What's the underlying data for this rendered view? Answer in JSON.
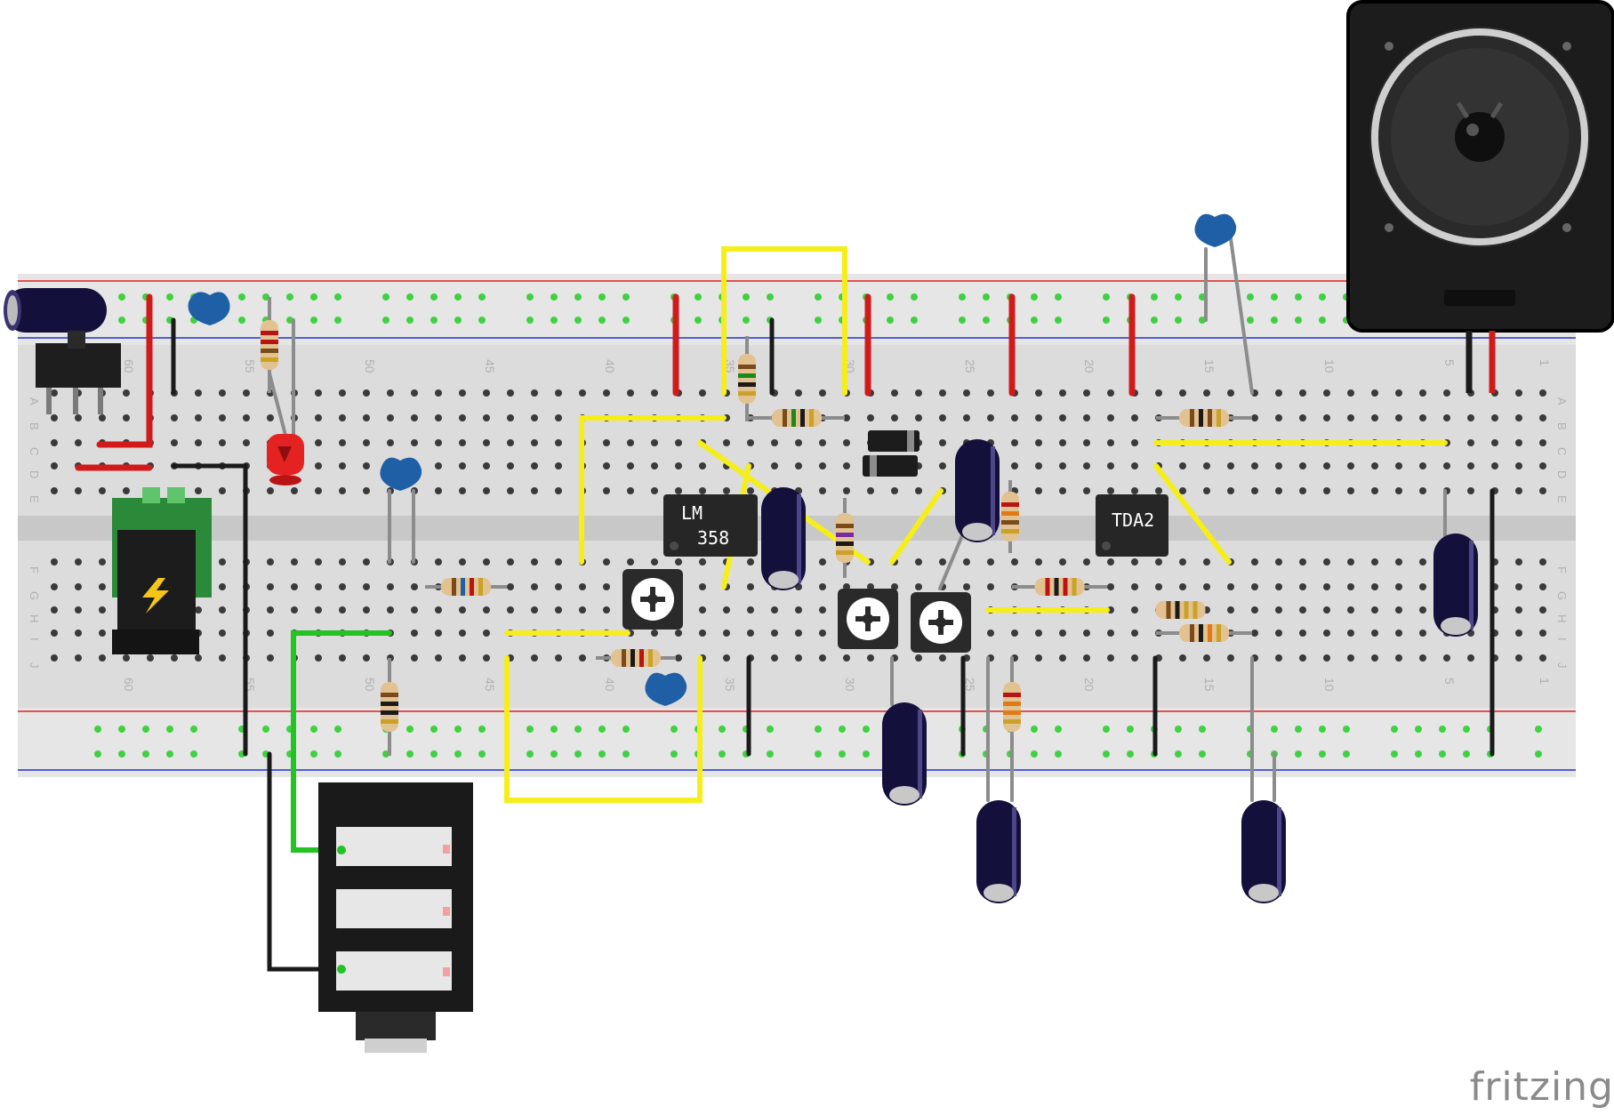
{
  "breadboard": {
    "column_numbers_top": [
      "60",
      "55",
      "50",
      "45",
      "40",
      "35",
      "30",
      "25",
      "20",
      "15",
      "10",
      "5",
      "1"
    ],
    "column_numbers_bottom": [
      "60",
      "55",
      "50",
      "45",
      "40",
      "35",
      "30",
      "25",
      "20",
      "15",
      "10",
      "5",
      "1"
    ],
    "row_letters_top": [
      "A",
      "B",
      "C",
      "D",
      "E"
    ],
    "row_letters_bottom": [
      "F",
      "G",
      "H",
      "I",
      "J"
    ]
  },
  "chips": {
    "lm358": {
      "line1": "LM",
      "line2": "358"
    },
    "tda2": {
      "label": "TDA2"
    }
  },
  "watermark": "fritzing",
  "colors": {
    "board": "#dcdcdc",
    "rail_red": "#e02020",
    "rail_blue": "#2030d0",
    "hole_green": "#3fd13f",
    "wire_yellow": "#f5ee1a",
    "wire_red": "#d11a1a",
    "wire_black": "#1a1a1a",
    "wire_green": "#22c322",
    "capacitor_body": "#14103c",
    "ceramic_cap": "#1f5fa6",
    "chip_body": "#262626",
    "speaker_body": "#1c1c1c"
  },
  "icons": [
    "lightning-icon",
    "trimmer-icon",
    "speaker-icon"
  ]
}
